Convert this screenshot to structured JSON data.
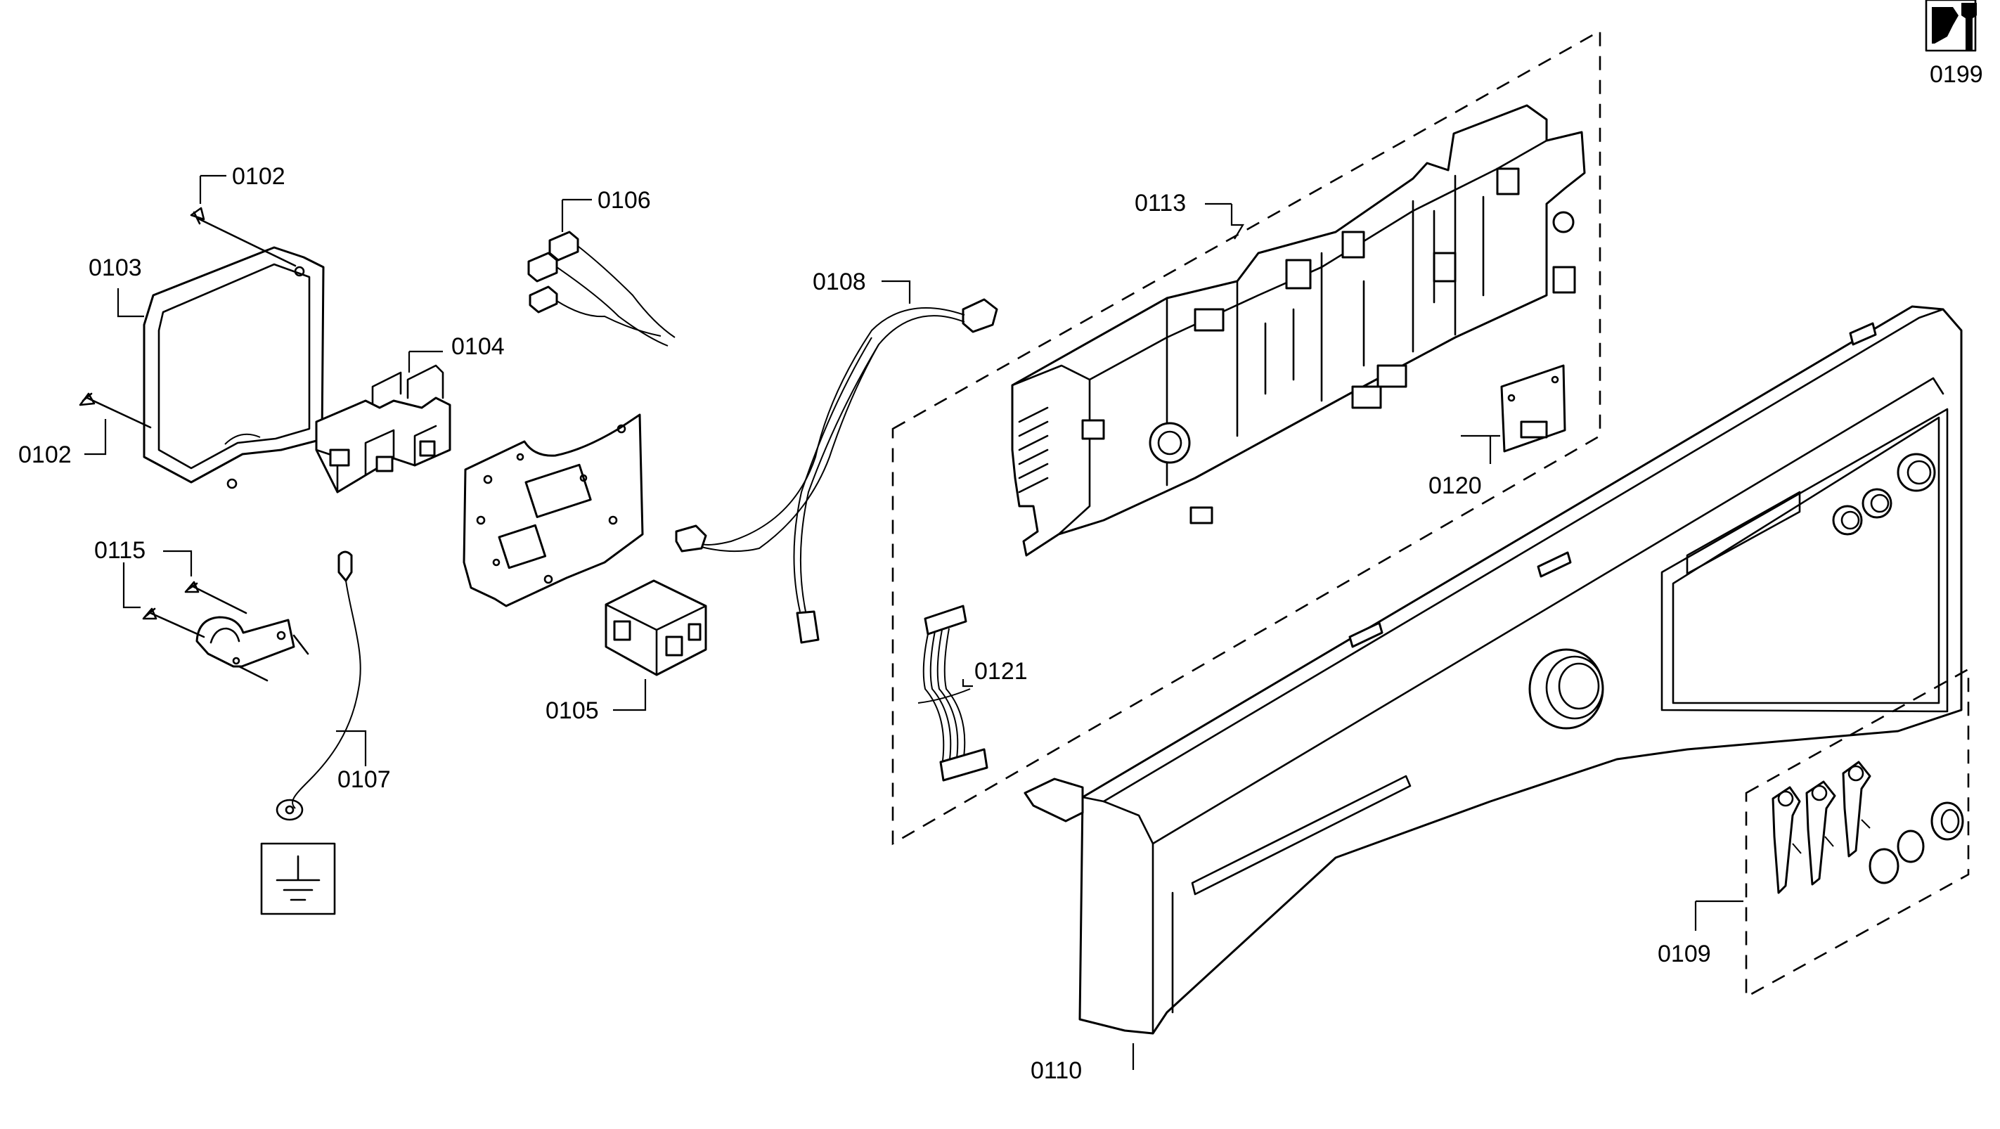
{
  "diagram": {
    "labels": {
      "p0102a": "0102",
      "p0102b": "0102",
      "p0103": "0103",
      "p0104": "0104",
      "p0105": "0105",
      "p0106": "0106",
      "p0107": "0107",
      "p0108": "0108",
      "p0109": "0109",
      "p0110": "0110",
      "p0113": "0113",
      "p0115": "0115",
      "p0120": "0120",
      "p0121": "0121",
      "p0199": "0199"
    },
    "icons": {
      "service_tool": "wrench-icon",
      "ground": "ground-symbol-icon"
    },
    "colors": {
      "line": "#000000",
      "background": "#ffffff"
    }
  }
}
